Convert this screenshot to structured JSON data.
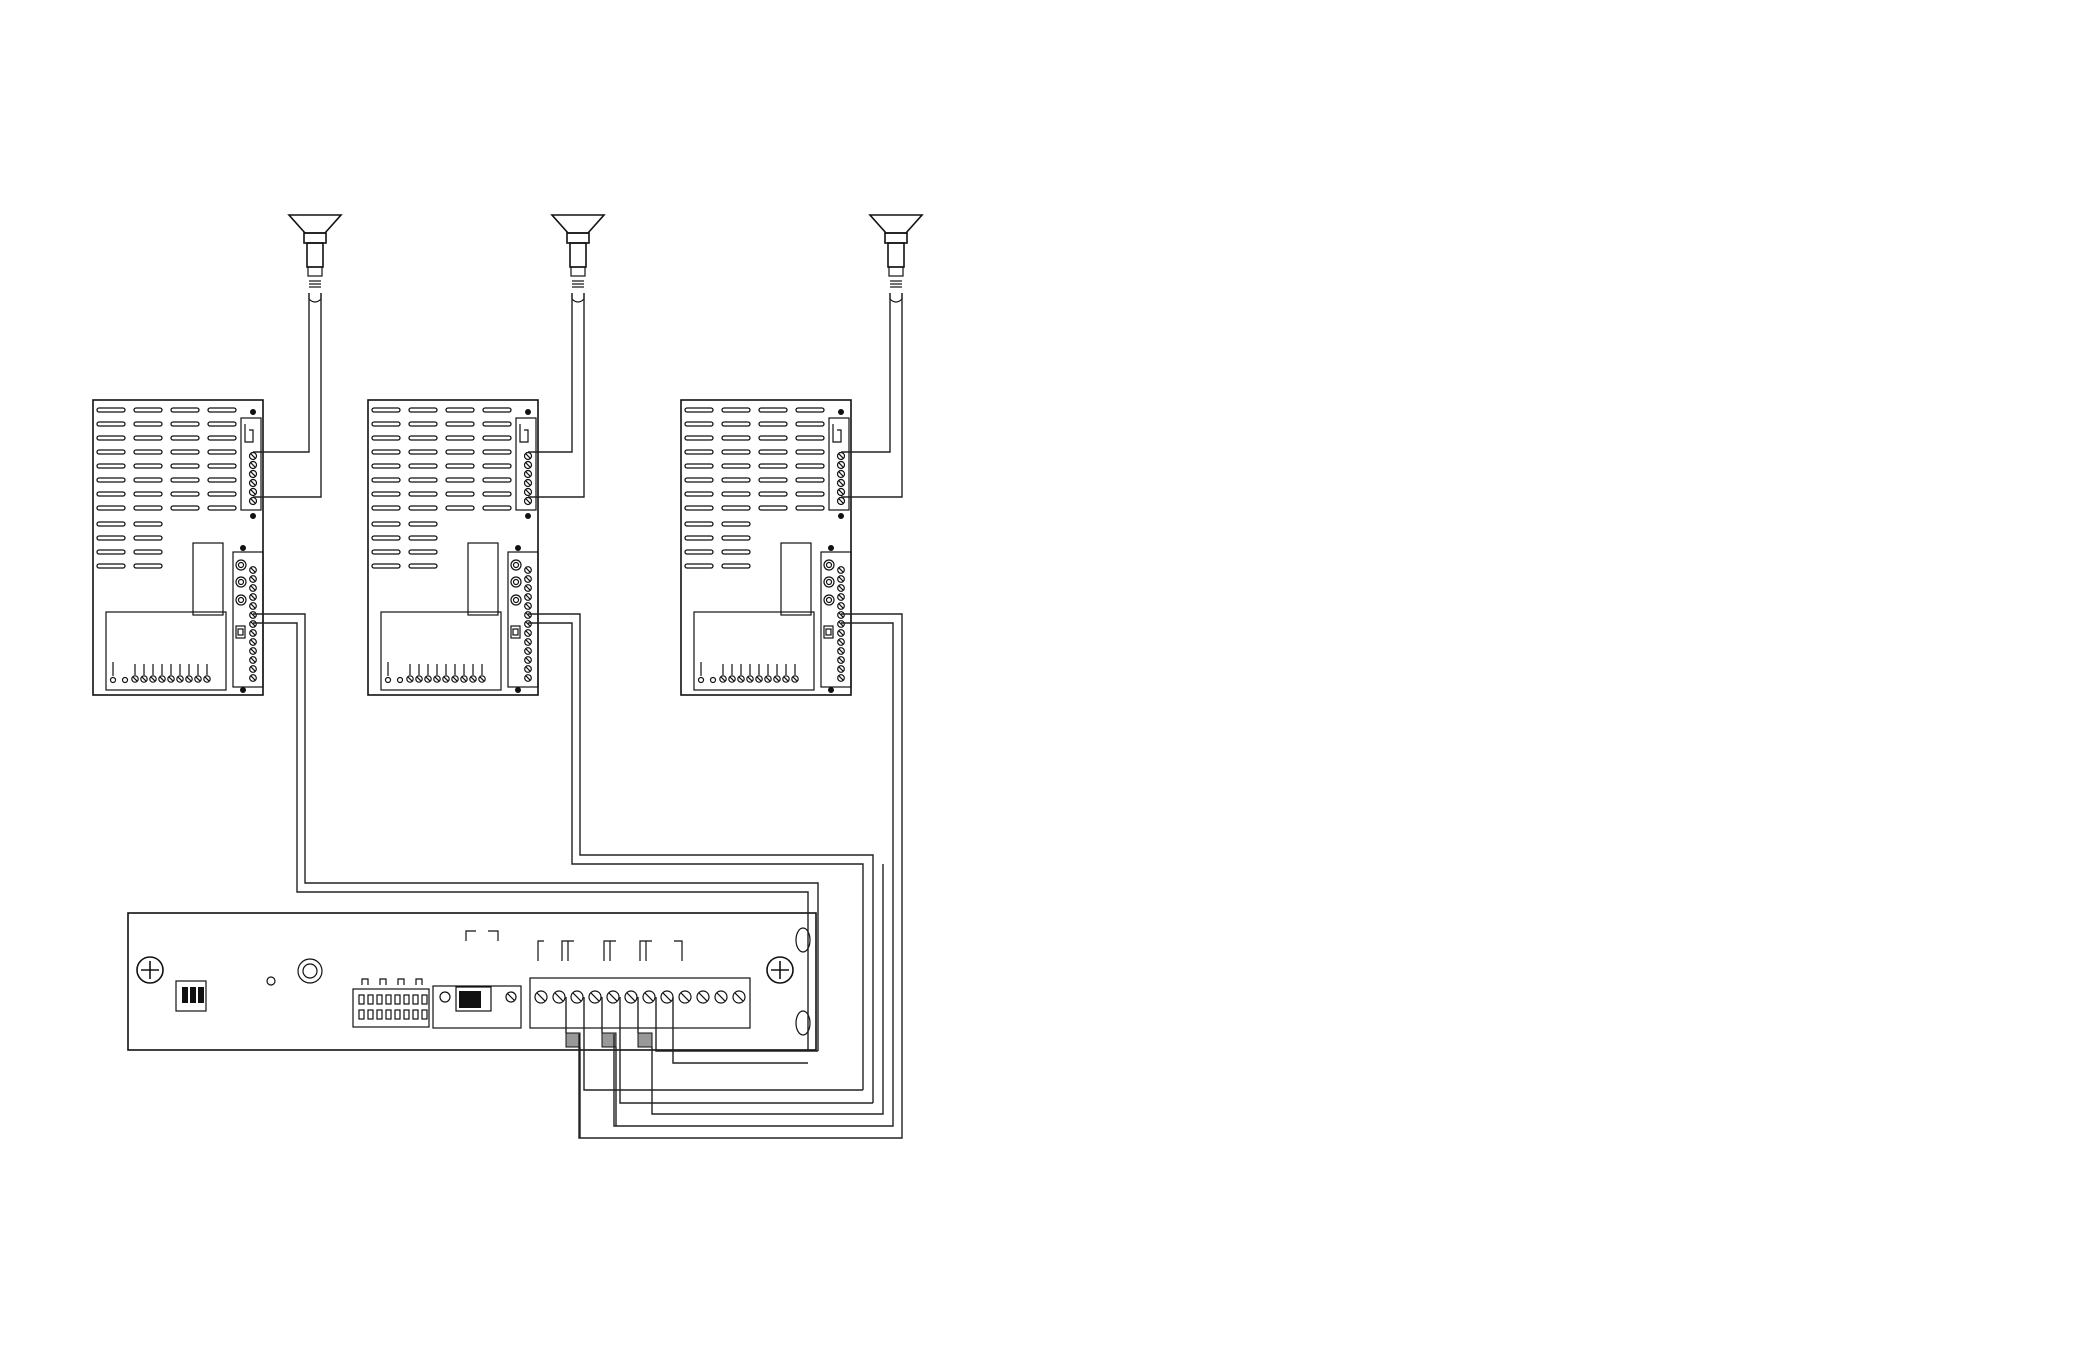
{
  "diagram": {
    "background": "#ffffff",
    "line_color": "#111111",
    "connector_fill": "#999999",
    "speaker_count": 3,
    "door_station_count": 3,
    "master_unit_count": 1,
    "icons": [
      "speaker-icon",
      "door-station-panel",
      "master-control-unit",
      "screw-terminal-icon",
      "dip-switch-icon"
    ]
  }
}
